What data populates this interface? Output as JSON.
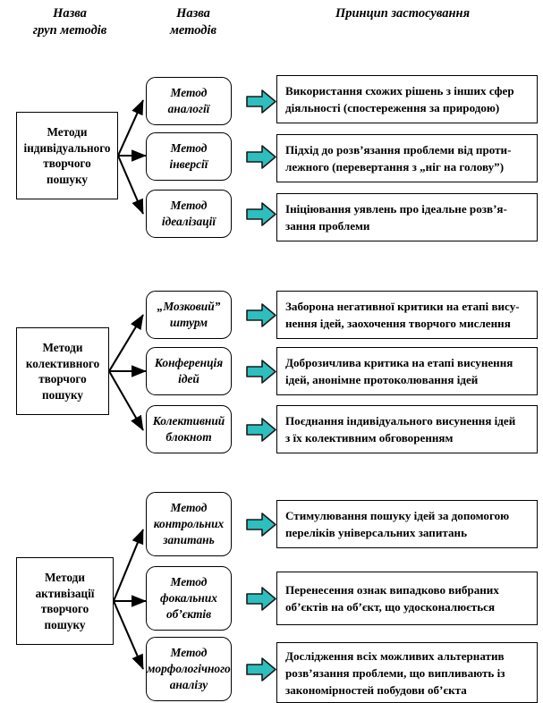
{
  "headers": {
    "groups": "Назва\nгруп методів",
    "methods": "Назва\nметодів",
    "principle": "Принцип застосування"
  },
  "colors": {
    "arrow_fill": "#2EBEBE",
    "arrow_stroke": "#1A1A1A",
    "box_border": "#000000",
    "background": "#FFFFFF"
  },
  "icons": {
    "arrow": "block-arrow-right-icon"
  },
  "groups": [
    {
      "id": "individual",
      "label": "Методи\nіндивідуального\nтворчого\nпошуку",
      "methods": [
        {
          "name": "Метод\nаналогії",
          "description": "Використання схожих рішень з інших сфер\nдіяльності (спостереження за природою)"
        },
        {
          "name": "Метод\nінверсії",
          "description": "Підхід до розв’язання проблеми від проти-\nлежного (перевертання з „ніг на голову”)"
        },
        {
          "name": "Метод\nідеалізації",
          "description": "Ініціювання уявлень про ідеальне розв’я-\nзання проблеми"
        }
      ]
    },
    {
      "id": "collective",
      "label": "Методи\nколективного\nтворчого\nпошуку",
      "methods": [
        {
          "name": "„Мозковий”\nштурм",
          "description": "Заборона негативної критики на етапі вису-\nнення ідей, заохочення творчого мислення"
        },
        {
          "name": "Конференція\nідей",
          "description": "Доброзичлива критика на етапі висунення\nідей, анонімне протоколювання ідей"
        },
        {
          "name": "Колективний\nблокнот",
          "description": "Поєднання індивідуального висунення ідей\nз їх колективним обговоренням"
        }
      ]
    },
    {
      "id": "activation",
      "label": "Методи\nактивізації\nтворчого\nпошуку",
      "methods": [
        {
          "name": "Метод\nконтрольних\nзапитань",
          "description": "Стимулювання пошуку ідей за допомогою\nпереліків універсальних запитань"
        },
        {
          "name": "Метод\nфокальних\nоб’єктів",
          "description": "Перенесення ознак випадково вибраних\nоб’єктів на об’єкт, що удосконалюється"
        },
        {
          "name": "Метод\nморфологічного\nаналізу",
          "description": "Дослідження всіх можливих альтернатив\nрозв’язання проблеми, що випливають із\nзакономірностей побудови об’єкта"
        }
      ]
    }
  ]
}
